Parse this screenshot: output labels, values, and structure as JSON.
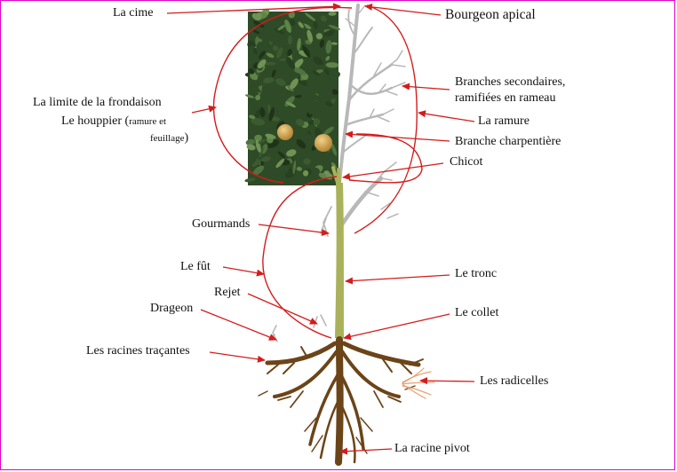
{
  "labels": {
    "cime": "La cime",
    "bourgeon": "Bourgeon apical",
    "branches_sec_1": "Branches secondaires,",
    "branches_sec_2": "ramifiées en rameau",
    "ramure": "La ramure",
    "charpentiere": "Branche charpentière",
    "chicot": "Chicot",
    "limite": "La limite de la frondaison",
    "houppier": "Le houppier",
    "houppier_paren_open": "(",
    "houppier_note_1": "ramure et",
    "houppier_note_2": "feuillage",
    "houppier_paren_close": ")",
    "gourmands": "Gourmands",
    "fut": "Le fût",
    "tronc": "Le tronc",
    "rejet": "Rejet",
    "drageon": "Drageon",
    "collet": "Le collet",
    "tracantes": "Les racines traçantes",
    "radicelles": "Les radicelles",
    "pivot": "La racine pivot"
  },
  "colors": {
    "border": "#e000c8",
    "arrow": "#d41c1c",
    "trunk": "#a9b25a",
    "branch": "#b8b8b8",
    "root": "#6b4418",
    "foliage": "#3c5a30",
    "radicelle": "#e8a070"
  }
}
